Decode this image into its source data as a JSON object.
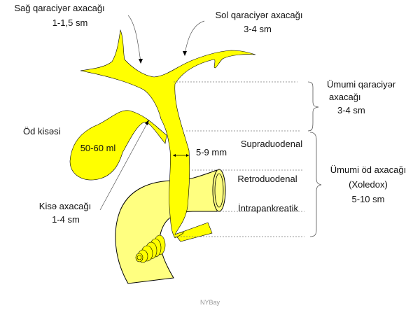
{
  "labels": {
    "right_hepatic": {
      "name": "Sağ qaraciyər axacağı",
      "size": "1-1,5 sm"
    },
    "left_hepatic": {
      "name": "Sol qaraciyər axacağı",
      "size": "3-4 sm"
    },
    "common_hepatic": {
      "name_line1": "Ümumi qaraciyər",
      "name_line2": "axacağı",
      "size": "3-4 sm"
    },
    "gallbladder": {
      "name": "Öd kisəsi",
      "volume": "50-60 ml"
    },
    "cystic_duct": {
      "name": "Kisə axacağı",
      "size": "1-4 sm"
    },
    "diameter": "5-9 mm",
    "segments": [
      "Supraduodenal",
      "Retroduodenal",
      "İntrapankreatik"
    ],
    "common_bile_duct": {
      "name": "Ümumi öd axacağı",
      "alias": "(Xoledox)",
      "size": "5-10 sm"
    }
  },
  "watermark": "NYBay",
  "colors": {
    "duct": "#ffff00",
    "duodenum": "#ffff80",
    "outline": "#000000"
  }
}
